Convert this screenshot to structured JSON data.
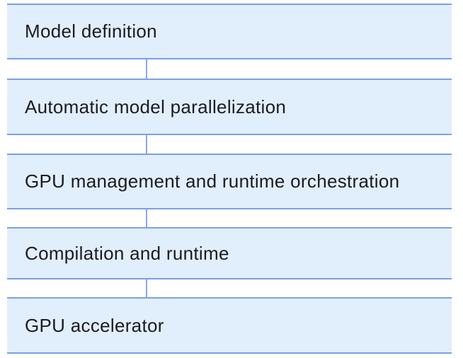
{
  "diagram": {
    "layers": [
      {
        "label": "Model definition"
      },
      {
        "label": "Automatic model parallelization"
      },
      {
        "label": "GPU management and runtime orchestration"
      },
      {
        "label": "Compilation and runtime"
      },
      {
        "label": "GPU accelerator"
      }
    ]
  },
  "colors": {
    "background": "#ffffff",
    "box_fill": "#e1eefb",
    "box_border": "#7c9fe6",
    "connector": "#85a9ec",
    "text": "#1b1b20"
  }
}
